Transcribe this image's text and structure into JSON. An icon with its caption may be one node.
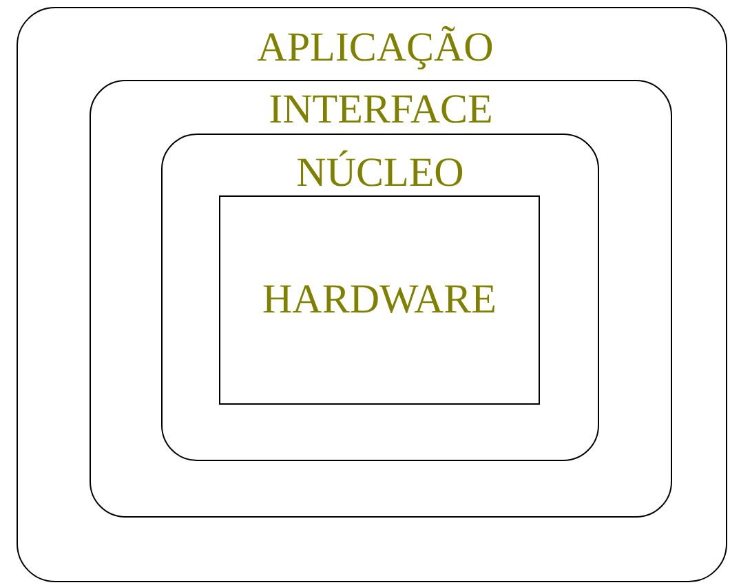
{
  "diagram": {
    "nodes": [
      {
        "text": [
          "APLICAÇÃO"
        ]
      },
      {
        "text": [
          "INTERFACE"
        ],
        "in": 0
      },
      {
        "text": [
          "NÚCLEO"
        ],
        "in": 1
      },
      {
        "text": [
          "HARDWARE"
        ],
        "in": 2
      }
    ]
  }
}
